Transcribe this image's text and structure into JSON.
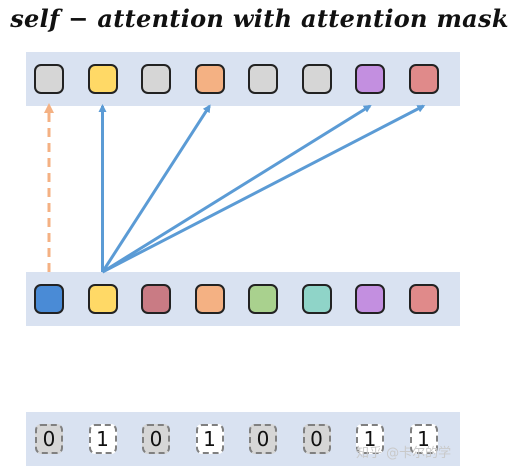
{
  "title": "self − attention with attention mask",
  "output_tokens": [
    {
      "color": "#d6d6d6"
    },
    {
      "color": "#ffd966"
    },
    {
      "color": "#d6d6d6"
    },
    {
      "color": "#f4b183"
    },
    {
      "color": "#d6d6d6"
    },
    {
      "color": "#d6d6d6"
    },
    {
      "color": "#c38fe0"
    },
    {
      "color": "#e08a8a"
    }
  ],
  "input_tokens": [
    {
      "color": "#4a8bd6"
    },
    {
      "color": "#ffd966"
    },
    {
      "color": "#c97b84"
    },
    {
      "color": "#f4b183"
    },
    {
      "color": "#a9d18e"
    },
    {
      "color": "#8fd4c8"
    },
    {
      "color": "#c38fe0"
    },
    {
      "color": "#e08a8a"
    }
  ],
  "mask_values": [
    "0",
    "1",
    "0",
    "1",
    "0",
    "0",
    "1",
    "1"
  ],
  "arrows": {
    "source_index": 1,
    "solid_targets": [
      1,
      3,
      6,
      7
    ],
    "solid_color": "#5b9bd5",
    "dashed_from_index": 0,
    "dashed_to_index": 0,
    "dashed_color": "#f4b183"
  },
  "watermark": "知乎 @卡尔的学"
}
